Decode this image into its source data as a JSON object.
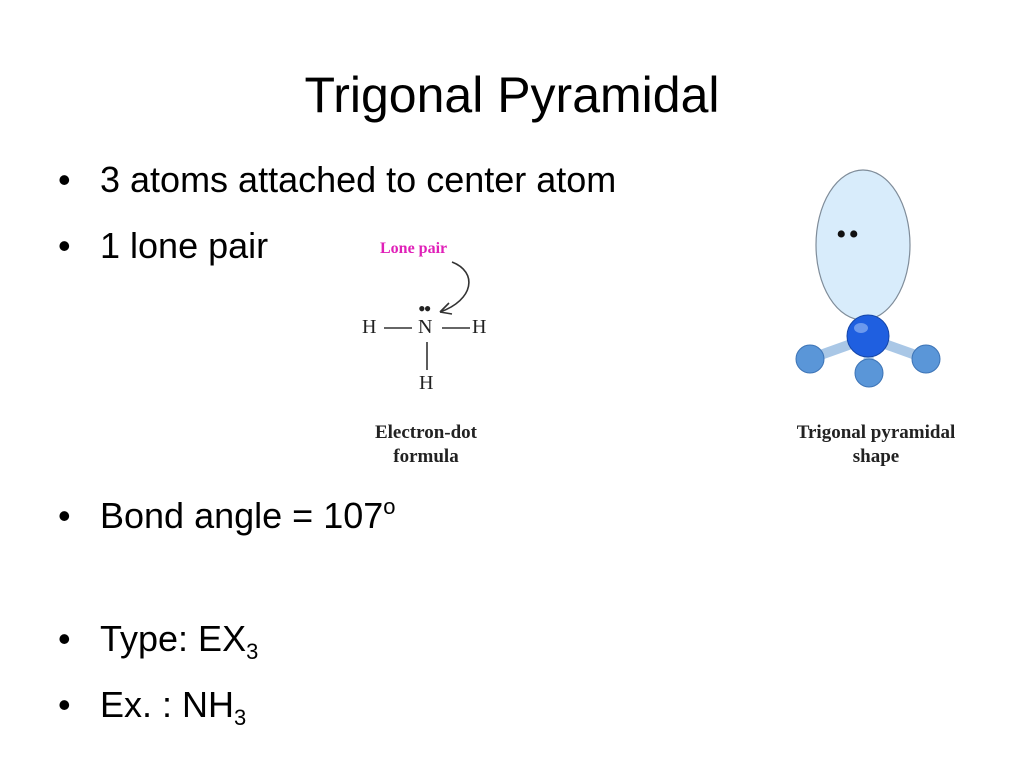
{
  "title": "Trigonal Pyramidal",
  "bullets": {
    "b1": "3 atoms attached to center atom",
    "b2": "1 lone pair",
    "b3_text": "Bond angle = 107",
    "b3_sup": "o",
    "b4_text": "Type: EX",
    "b4_sub": "3",
    "b5_text": "Ex. : NH",
    "b5_sub": "3"
  },
  "bullet_symbol": "•",
  "electron_dot": {
    "lone_pair_label": "Lone pair",
    "lone_pair_dots": "••",
    "atoms": {
      "left_h": "H",
      "center_n": "N",
      "right_h": "H",
      "bottom_h": "H"
    },
    "caption_line1": "Electron-dot",
    "caption_line2": "formula"
  },
  "shape_model": {
    "lone_pair_dots": "••",
    "caption_line1": "Trigonal pyramidal",
    "caption_line2": "shape"
  },
  "colors": {
    "lone_pair_label": "#e020b8",
    "orbital_fill": "#d8ecfb",
    "nitrogen": "#1f5fe0",
    "hydrogen": "#5a96d8",
    "bond": "#a9c7e6"
  }
}
